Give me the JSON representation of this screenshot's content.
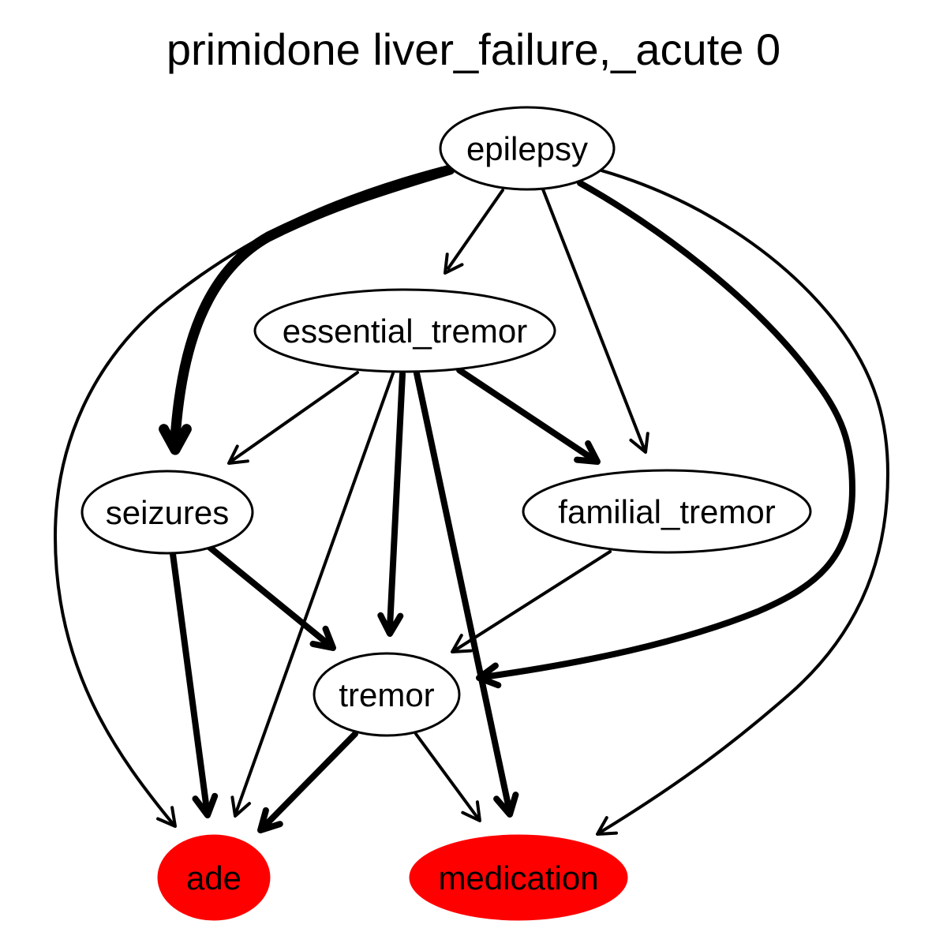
{
  "title": "primidone liver_failure,_acute 0",
  "colors": {
    "highlight": "#ff0000",
    "normal": "#ffffff",
    "stroke": "#000000"
  },
  "nodes": [
    {
      "id": "epilepsy",
      "label": "epilepsy",
      "highlight": false
    },
    {
      "id": "essential_tremor",
      "label": "essential_tremor",
      "highlight": false
    },
    {
      "id": "seizures",
      "label": "seizures",
      "highlight": false
    },
    {
      "id": "familial_tremor",
      "label": "familial_tremor",
      "highlight": false
    },
    {
      "id": "tremor",
      "label": "tremor",
      "highlight": false
    },
    {
      "id": "ade",
      "label": "ade",
      "highlight": true
    },
    {
      "id": "medication",
      "label": "medication",
      "highlight": true
    }
  ],
  "edges": [
    {
      "from": "epilepsy",
      "to": "seizures",
      "weight": "heavy"
    },
    {
      "from": "epilepsy",
      "to": "essential_tremor",
      "weight": "thin"
    },
    {
      "from": "epilepsy",
      "to": "familial_tremor",
      "weight": "thin"
    },
    {
      "from": "epilepsy",
      "to": "tremor",
      "weight": "medium"
    },
    {
      "from": "epilepsy",
      "to": "ade",
      "weight": "thin"
    },
    {
      "from": "epilepsy",
      "to": "medication",
      "weight": "thin"
    },
    {
      "from": "essential_tremor",
      "to": "seizures",
      "weight": "thin"
    },
    {
      "from": "essential_tremor",
      "to": "familial_tremor",
      "weight": "medium"
    },
    {
      "from": "essential_tremor",
      "to": "tremor",
      "weight": "medium"
    },
    {
      "from": "essential_tremor",
      "to": "ade",
      "weight": "thin"
    },
    {
      "from": "essential_tremor",
      "to": "medication",
      "weight": "medium"
    },
    {
      "from": "seizures",
      "to": "tremor",
      "weight": "medium"
    },
    {
      "from": "seizures",
      "to": "ade",
      "weight": "medium"
    },
    {
      "from": "familial_tremor",
      "to": "tremor",
      "weight": "thin"
    },
    {
      "from": "tremor",
      "to": "ade",
      "weight": "medium"
    },
    {
      "from": "tremor",
      "to": "medication",
      "weight": "thin"
    }
  ]
}
